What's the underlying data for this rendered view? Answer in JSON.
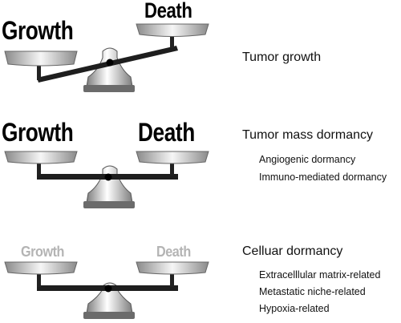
{
  "colors": {
    "faint_text": "#b4b4b4",
    "beam": "#1e1e1e",
    "tray_light": "#f2f2f2",
    "tray_dark": "#8a8a8a",
    "base_light": "#ffffff",
    "base_dark": "#7d7d7d"
  },
  "scales": [
    {
      "left_word": "Growth",
      "right_word": "Death",
      "label": "Tumor growth",
      "sublabels": []
    },
    {
      "left_word": "Growth",
      "right_word": "Death",
      "label": "Tumor mass dormancy",
      "sublabels": [
        "Angiogenic dormancy",
        "Immuno-mediated dormancy"
      ]
    },
    {
      "left_word": "Growth",
      "right_word": "Death",
      "label": "Celluar dormancy",
      "sublabels": [
        "Extracelllular matrix-related",
        "Metastatic niche-related",
        "Hypoxia-related"
      ]
    }
  ]
}
